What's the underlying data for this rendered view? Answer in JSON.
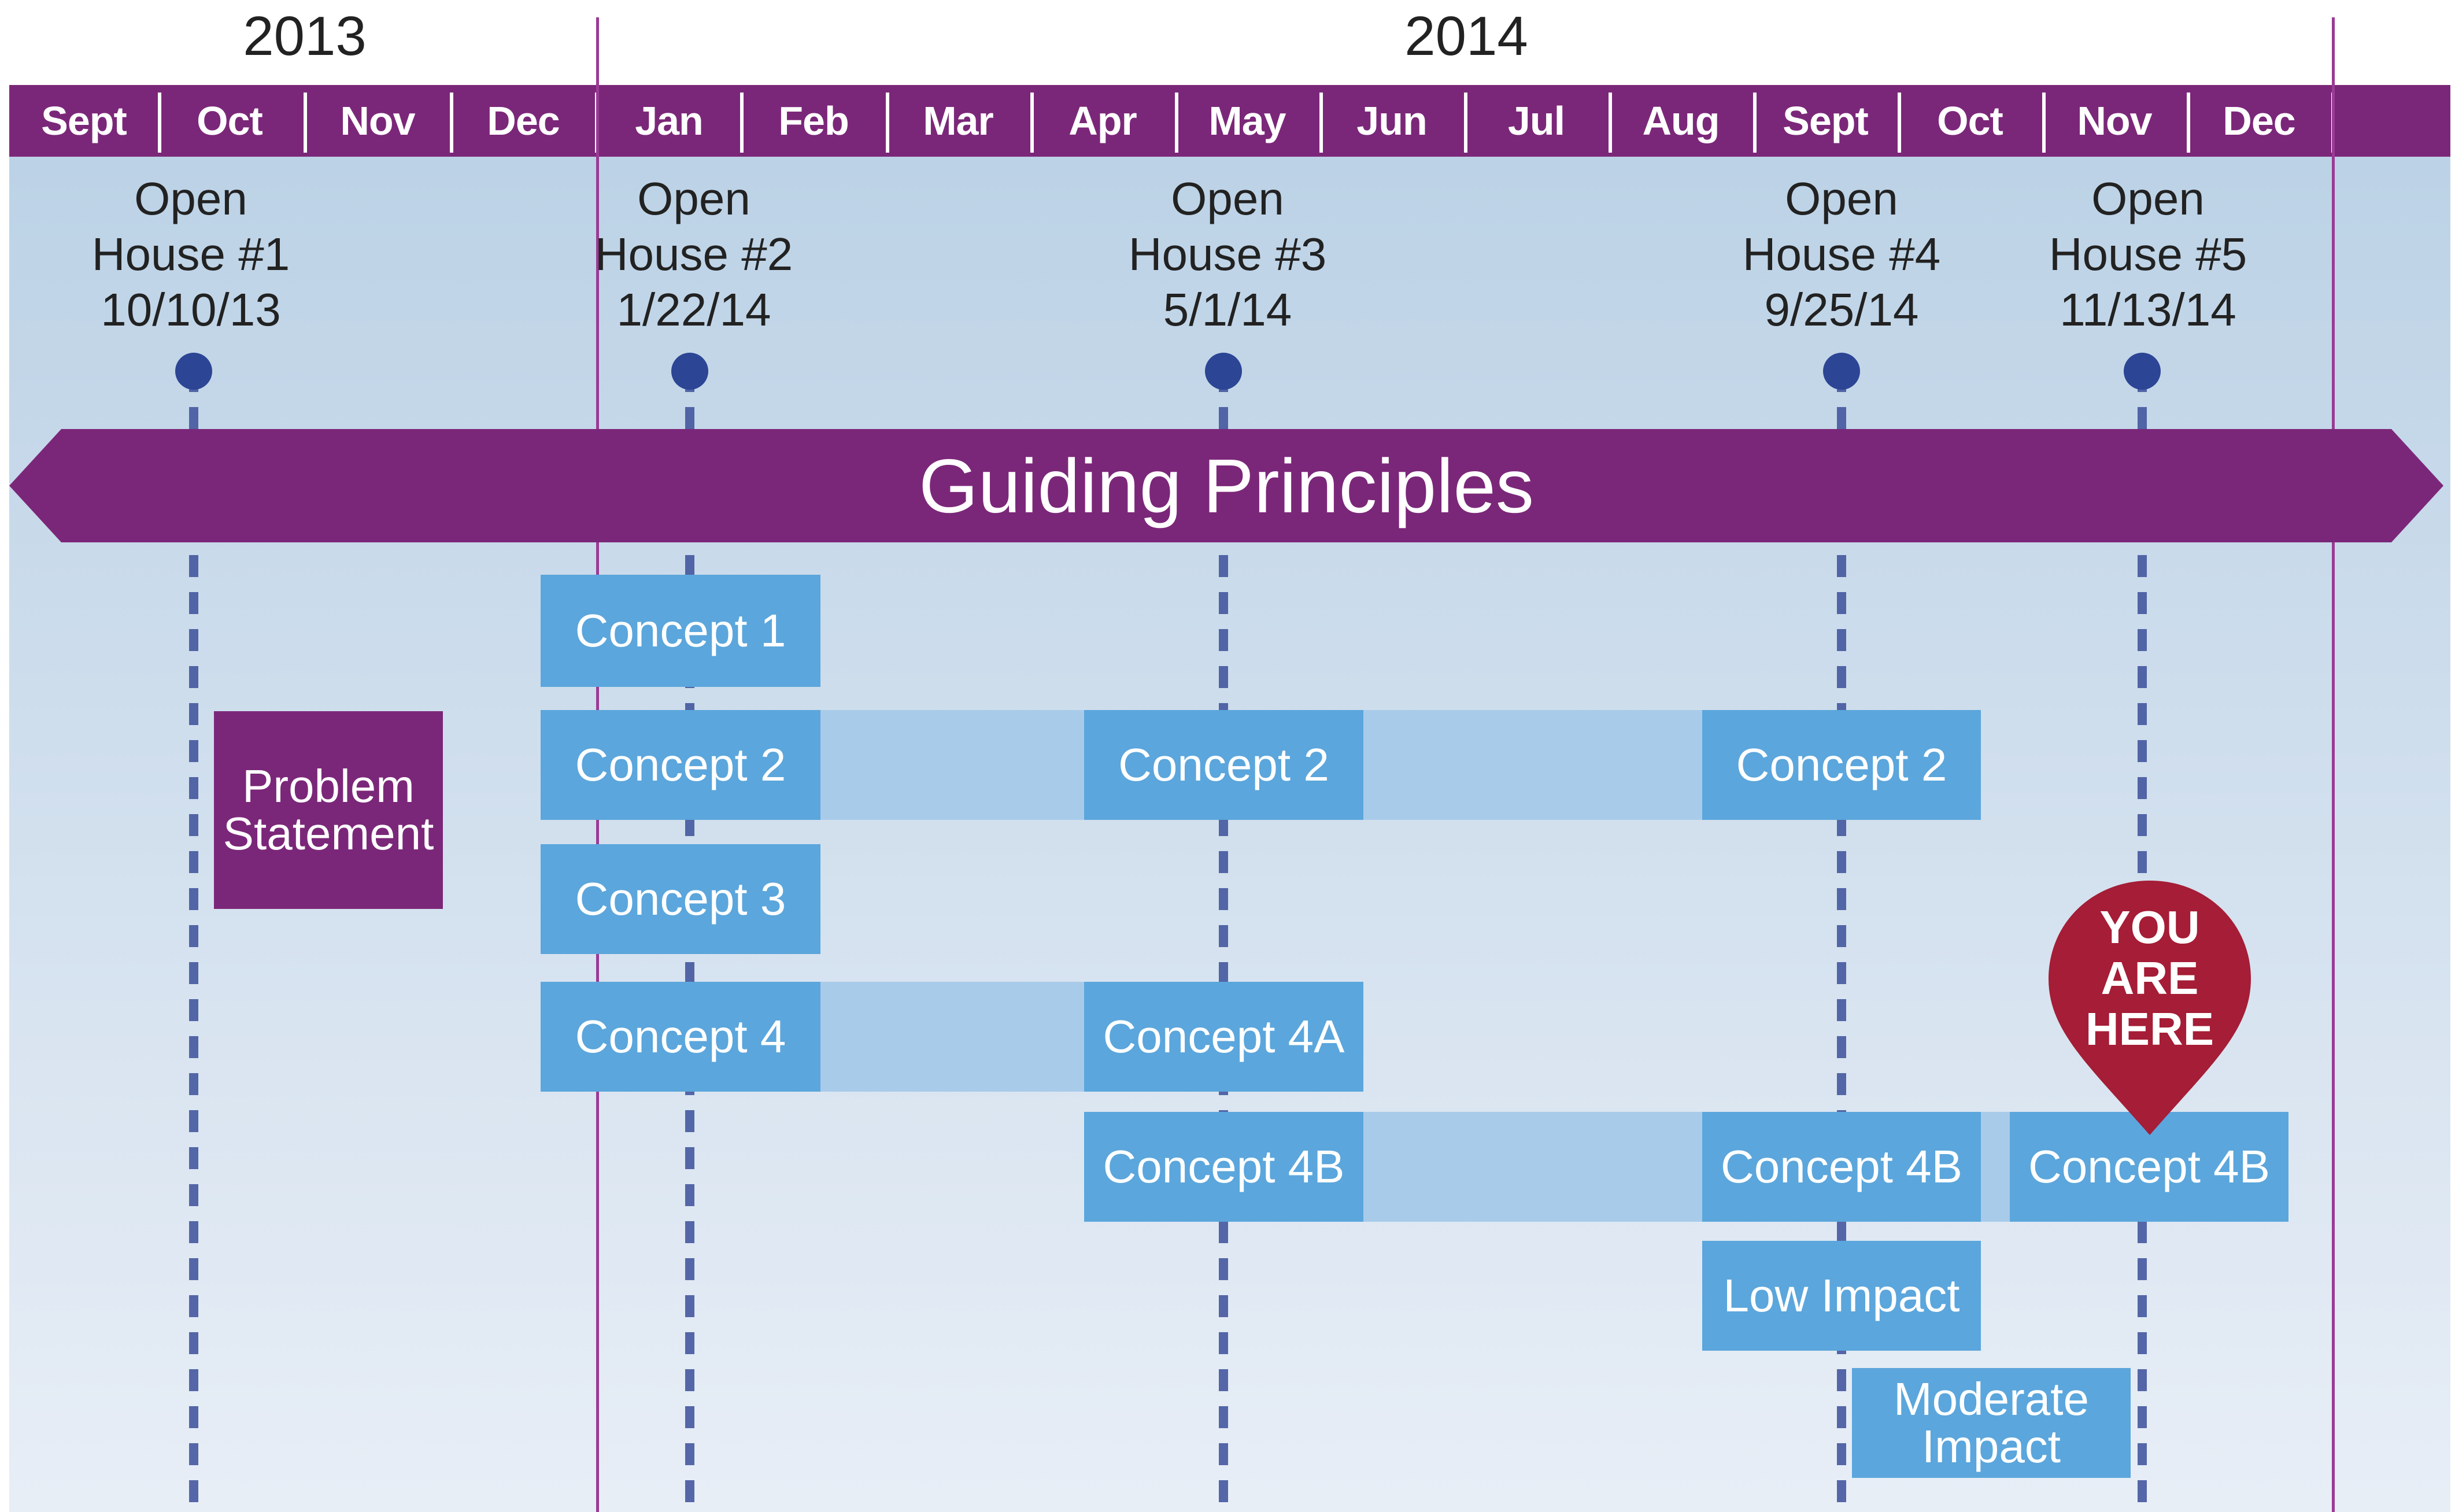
{
  "years": [
    "2013",
    "2014"
  ],
  "months": [
    "Sept",
    "Oct",
    "Nov",
    "Dec",
    "Jan",
    "Feb",
    "Mar",
    "Apr",
    "May",
    "Jun",
    "Jul",
    "Aug",
    "Sept",
    "Oct",
    "Nov",
    "Dec"
  ],
  "open_houses": [
    {
      "line1": "Open",
      "line2": "House #1",
      "date": "10/10/13"
    },
    {
      "line1": "Open",
      "line2": "House #2",
      "date": "1/22/14"
    },
    {
      "line1": "Open",
      "line2": "House #3",
      "date": "5/1/14"
    },
    {
      "line1": "Open",
      "line2": "House #4",
      "date": "9/25/14"
    },
    {
      "line1": "Open",
      "line2": "House #5",
      "date": "11/13/14"
    }
  ],
  "guiding_principles": "Guiding Principles",
  "problem_statement": {
    "line1": "Problem",
    "line2": "Statement"
  },
  "concepts": {
    "c1": "Concept 1",
    "c2a": "Concept 2",
    "c2b": "Concept 2",
    "c2c": "Concept 2",
    "c3": "Concept 3",
    "c4": "Concept 4",
    "c4a": "Concept 4A",
    "c4b1": "Concept 4B",
    "c4b2": "Concept 4B",
    "c4b3": "Concept 4B",
    "low": "Low Impact",
    "moderate_line1": "Moderate",
    "moderate_line2": "Impact"
  },
  "marker": {
    "line1": "YOU",
    "line2": "ARE",
    "line3": "HERE"
  },
  "colors": {
    "purple": "#7b2779",
    "concept_blue": "#5ba6dc",
    "connector_blue": "#a8cbea",
    "milestone_dot": "#2c4594",
    "marker_red": "#a51d36"
  }
}
